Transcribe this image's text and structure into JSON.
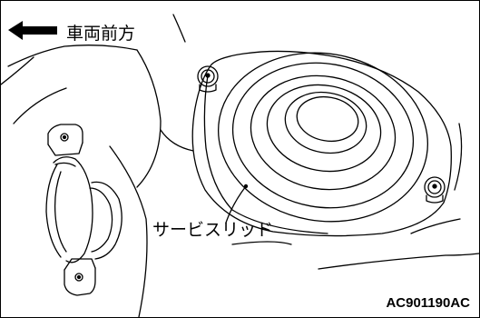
{
  "figure": {
    "direction_label": "車両前方",
    "part_label": "サービスリッド",
    "figure_code": "AC901190AC"
  },
  "icons": {
    "direction_arrow": "arrow-left-icon"
  },
  "colors": {
    "line": "#000000",
    "background": "#ffffff"
  }
}
